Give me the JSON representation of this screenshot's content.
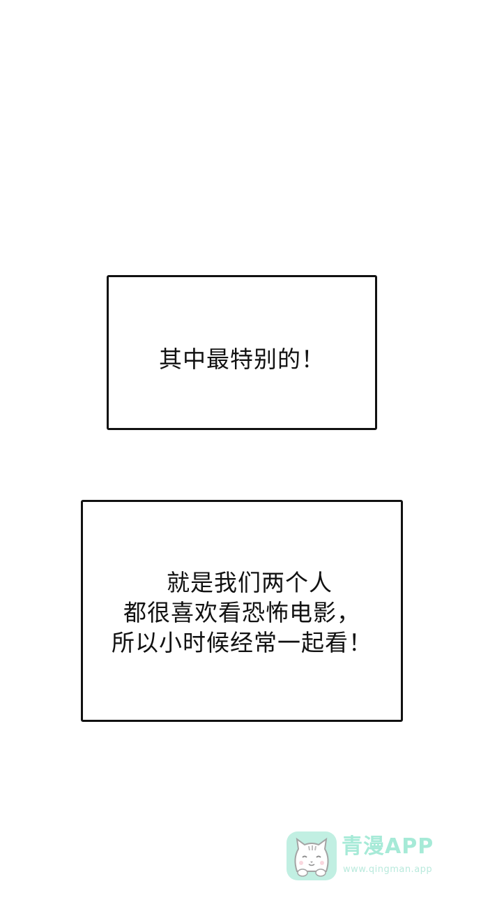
{
  "captions": [
    {
      "lines": [
        "其中最特别的！"
      ]
    },
    {
      "lines": [
        "就是我们两个人",
        "都很喜欢看恐怖电影，",
        "所以小时候经常一起看！"
      ]
    }
  ],
  "watermark": {
    "title": "青漫APP",
    "url": "www.qingman.app",
    "logo_icon": "cat-face-icon",
    "color": "#5fd9b8"
  }
}
